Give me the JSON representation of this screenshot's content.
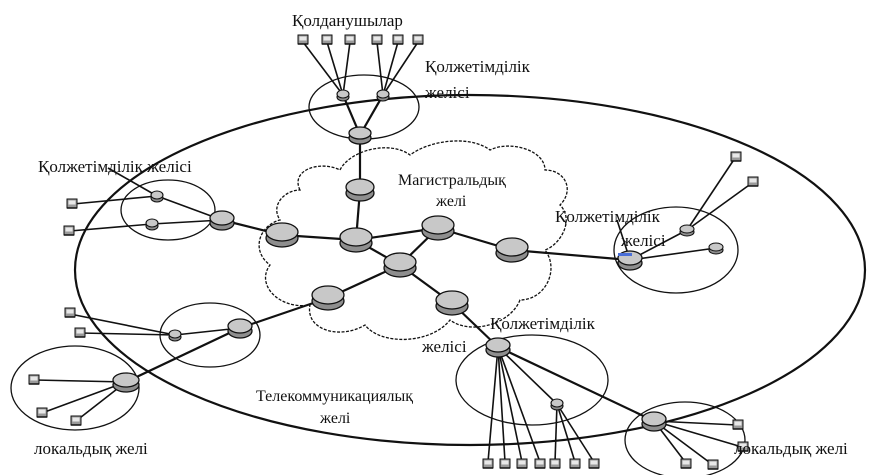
{
  "labels": {
    "users": "Қолданушылар",
    "access_top": "Қолжетімділік",
    "access_top_2": "желісі",
    "access_left": "Қолжетімділік желісі",
    "backbone": "Магистральдық",
    "backbone_2": "желі",
    "access_right": "Қолжетімділік",
    "access_right_2": "желісі",
    "access_bottom": "Қолжетімділік",
    "access_bottom_2": "желісі",
    "telecom": "Телекоммуникациялық",
    "telecom_2": "желі",
    "local_left": "локальдық желі",
    "local_right": "локальдық желі"
  },
  "colors": {
    "line": "#111111",
    "node_fill": "#a8a8a8",
    "node_top": "#d2d2d2",
    "terminal_fill": "#9a9a9a"
  }
}
